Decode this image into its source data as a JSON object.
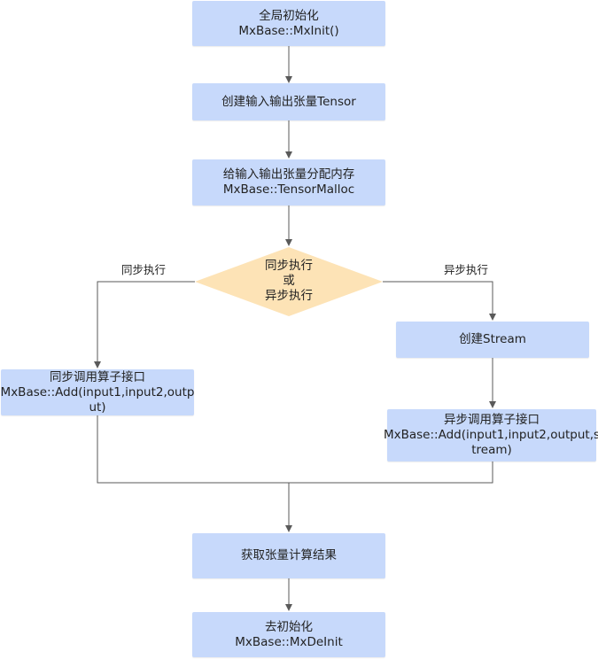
{
  "nodes": {
    "init": {
      "line1": "全局初始化",
      "line2": "MxBase::MxInit()"
    },
    "create_tensor": {
      "line1": "创建输入输出张量Tensor"
    },
    "malloc": {
      "line1": "给输入输出张量分配内存",
      "line2": "MxBase::TensorMalloc"
    },
    "decision": {
      "line1": "同步执行",
      "line2": "或",
      "line3": "异步执行"
    },
    "create_stream": {
      "line1": "创建Stream"
    },
    "sync_call": {
      "line1": "同步调用算子接口",
      "line2": "MxBase::Add(input1,input2,outp",
      "line3": "ut)"
    },
    "async_call": {
      "line1": "异步调用算子接口",
      "line2": "MxBase::Add(input1,input2,output,s",
      "line3": "tream)"
    },
    "get_result": {
      "line1": "获取张量计算结果"
    },
    "deinit": {
      "line1": "去初始化",
      "line2": "MxBase::MxDeInit"
    }
  },
  "edge_labels": {
    "left": "同步执行",
    "right": "异步执行"
  },
  "colors": {
    "box_fill": "#c7d9fb",
    "decision_fill": "#fde3b6",
    "line": "#5a5a5a"
  }
}
